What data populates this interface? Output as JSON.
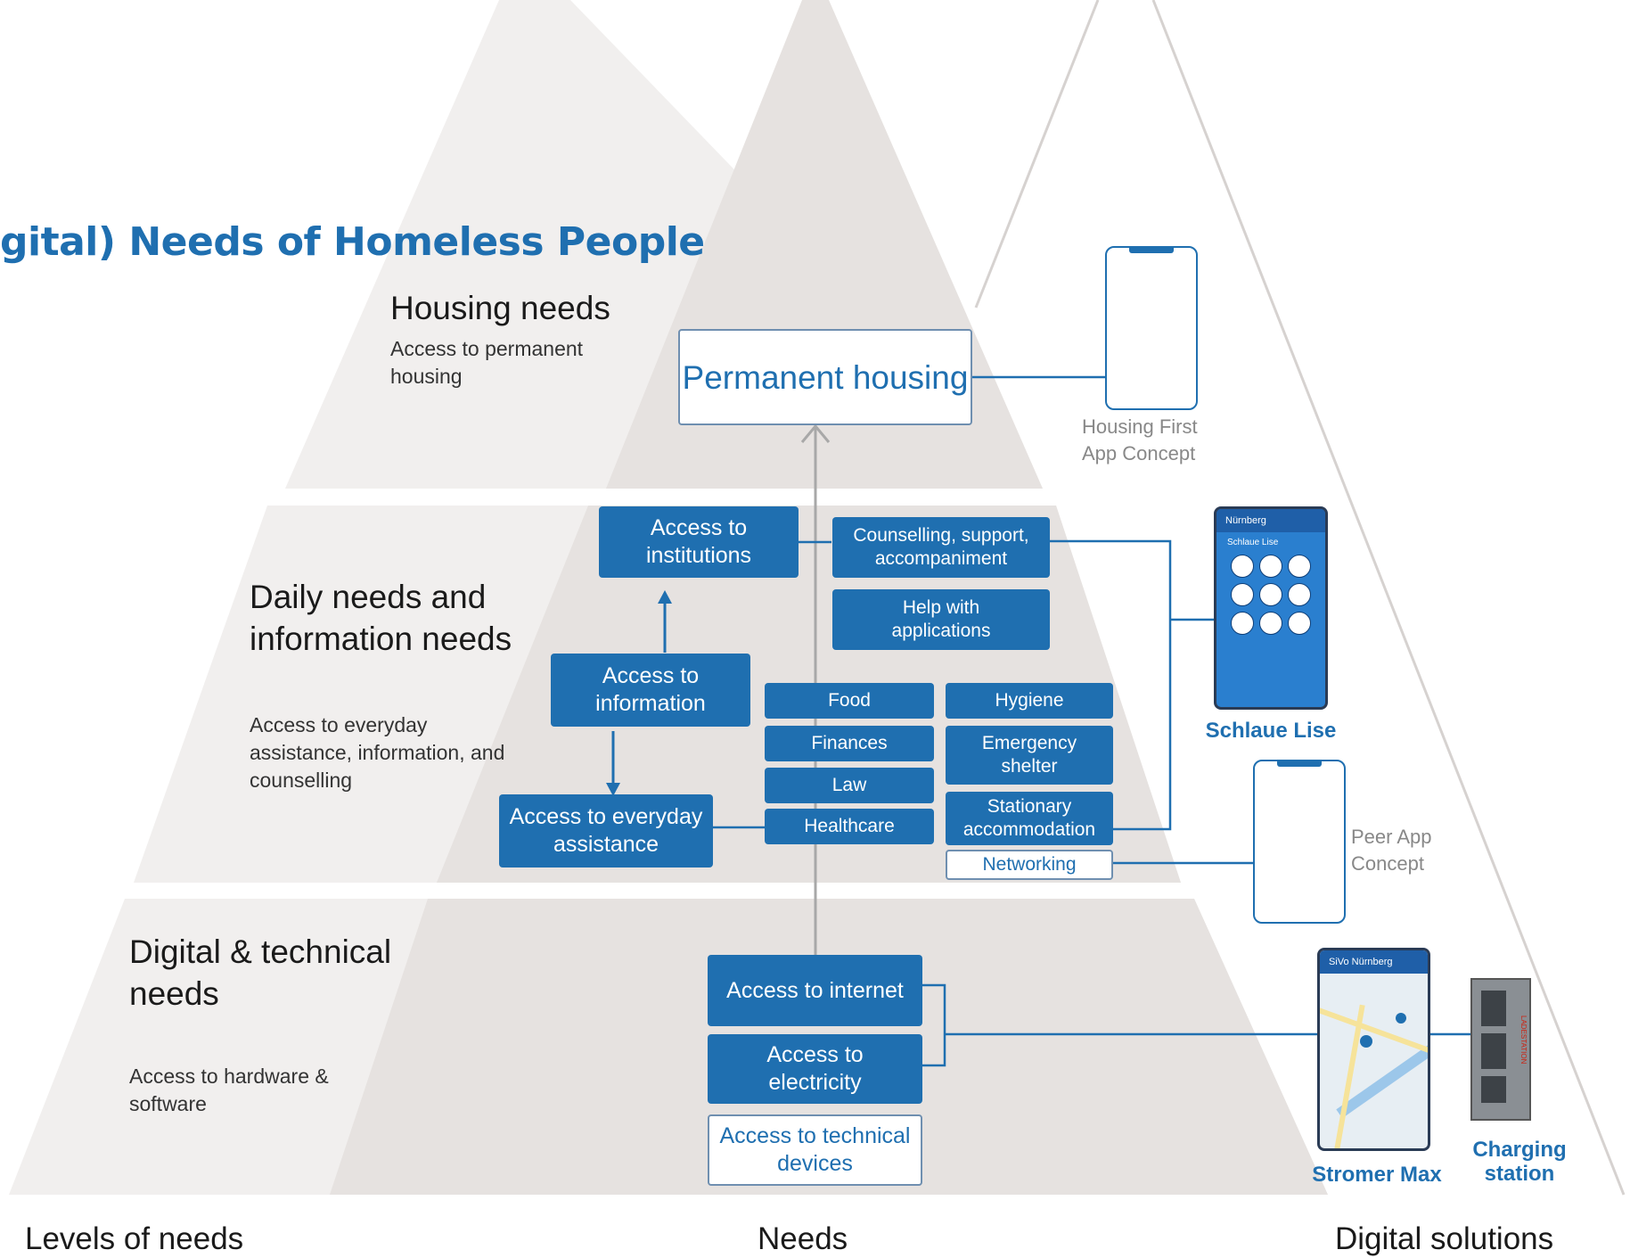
{
  "title": "gital) Needs of Homeless People",
  "colors": {
    "accent": "#1f6fb0",
    "pyramid_left": "#f1efee",
    "pyramid_mid": "#e6e2e0",
    "outline_border": "#6f8fb0",
    "muted_text": "#888888"
  },
  "levels": {
    "housing": {
      "title": "Housing needs",
      "desc": "Access to permanent housing"
    },
    "daily": {
      "title": "Daily needs and information needs",
      "desc": "Access to everyday assistance, information, and counselling"
    },
    "digital": {
      "title": "Digital & technical needs",
      "desc": "Access to hardware & software"
    }
  },
  "needs": {
    "permanent_housing": "Permanent housing",
    "access_institutions": "Access to institutions",
    "access_information": "Access to information",
    "access_everyday": "Access to everyday assistance",
    "counselling": "Counselling, support, accompaniment",
    "help_applications": "Help with applications",
    "food": "Food",
    "finances": "Finances",
    "law": "Law",
    "healthcare": "Healthcare",
    "hygiene": "Hygiene",
    "emergency_shelter": "Emergency shelter",
    "stationary": "Stationary accommodation",
    "networking": "Networking",
    "internet": "Access to internet",
    "electricity": "Access to electricity",
    "technical_devices": "Access to technical devices"
  },
  "solutions": {
    "housing_first": "Housing First App Concept",
    "schlaue_lise": "Schlaue Lise",
    "peer_app": "Peer App Concept",
    "stromer_max": "Stromer Max",
    "charging_station": "Charging station",
    "phone_bar_city": "Nürnberg",
    "phone_app_name": "Schlaue Lise",
    "map_bar_city": "SiVo Nürnberg",
    "station_label": "LADESTATION"
  },
  "footer": {
    "levels": "Levels of needs",
    "needs": "Needs",
    "solutions": "Digital solutions"
  },
  "icons": [
    "phone-outline-icon",
    "app-phone-icon",
    "map-phone-icon",
    "charging-station-icon",
    "arrow-up-icon",
    "arrow-down-icon"
  ]
}
